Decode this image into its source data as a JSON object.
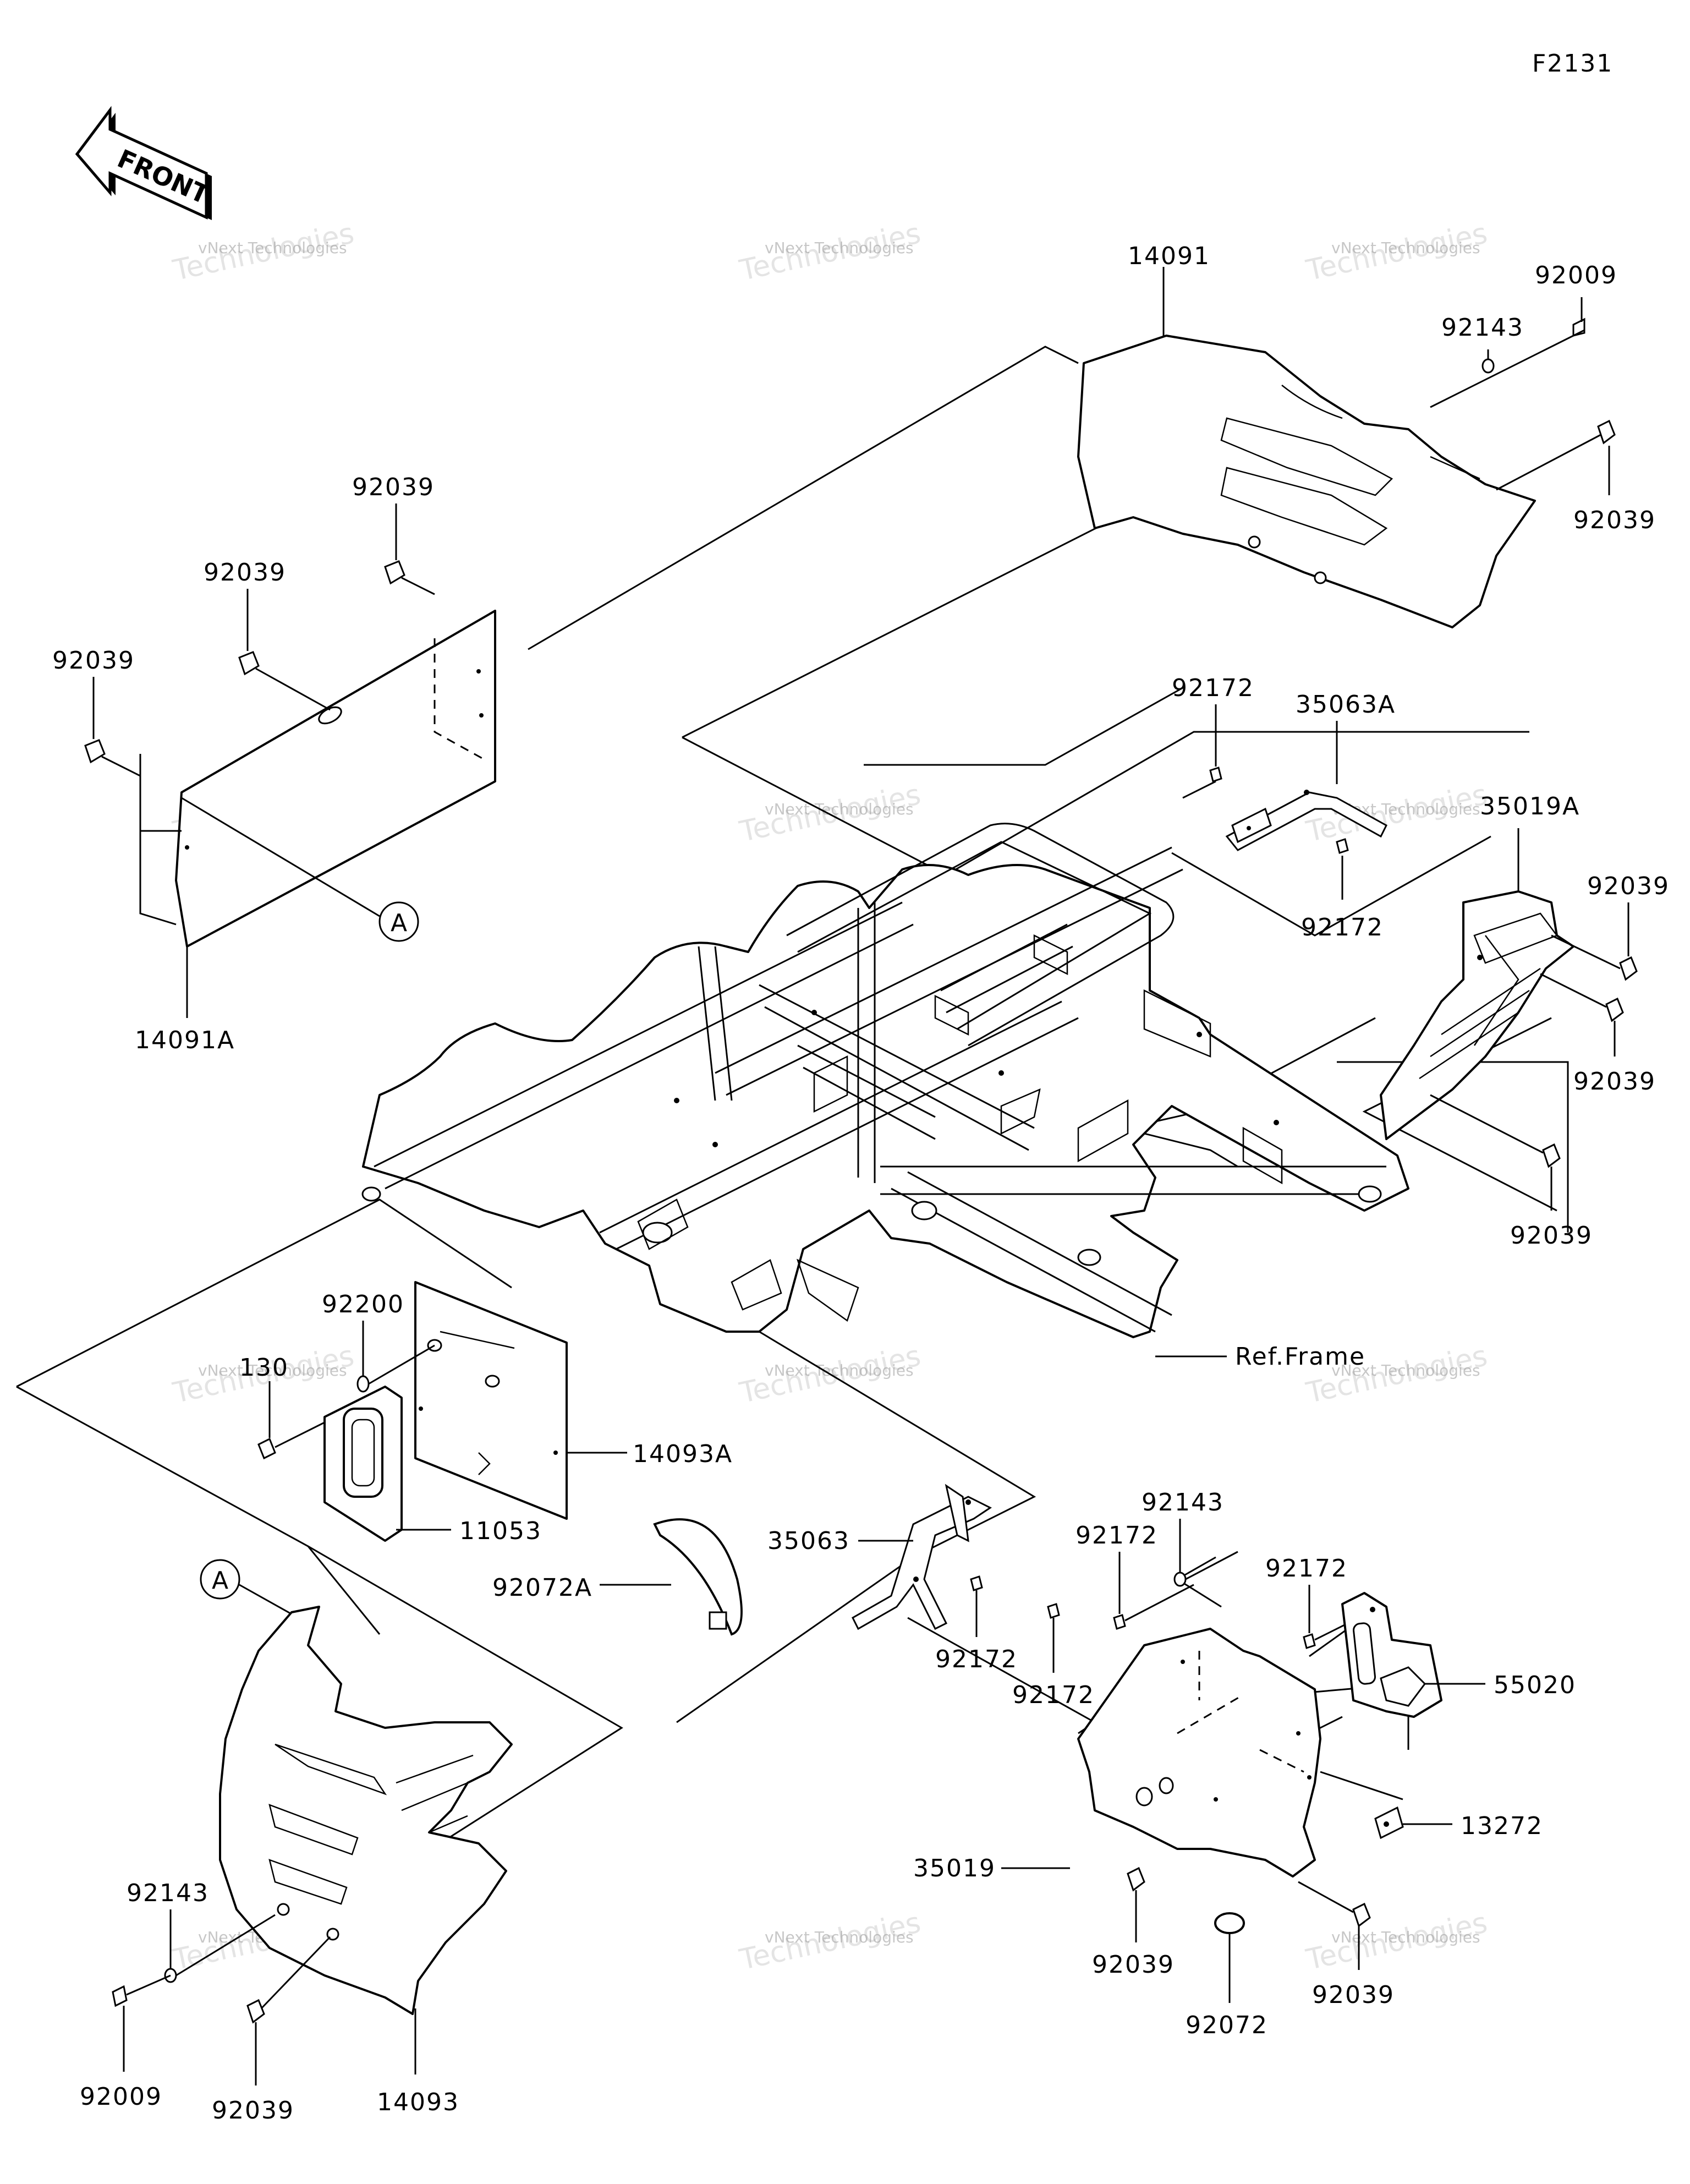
{
  "figure_code": "F2131",
  "front_arrow_label": "FRONT",
  "ref_label": "Ref.Frame",
  "callout_a": "A",
  "watermark": {
    "small": "vNext Technologies",
    "large": "Technologies",
    "tag": "vNext"
  },
  "part_labels": {
    "p14091": "14091",
    "p92009_top": "92009",
    "p92143_top": "92143",
    "p92039_top_right": "92039",
    "p92039_a": "92039",
    "p92039_b": "92039",
    "p92039_c": "92039",
    "p14091A": "14091A",
    "p92172_a": "92172",
    "p35063A": "35063A",
    "p92172_b": "92172",
    "p35019A": "35019A",
    "p92039_d": "92039",
    "p92039_e": "92039",
    "p92039_f": "92039",
    "p92200": "92200",
    "p130": "130",
    "p14093A": "14093A",
    "p11053": "11053",
    "p92072A": "92072A",
    "p35063": "35063",
    "p92172_c": "92172",
    "p92172_d": "92172",
    "p92172_e": "92172",
    "p92143_mid": "92143",
    "p92172_f": "92172",
    "p55020": "55020",
    "p13272": "13272",
    "p35019": "35019",
    "p92039_g": "92039",
    "p92072": "92072",
    "p92039_h": "92039",
    "p92143_bot": "92143",
    "p92009_bot": "92009",
    "p92039_i": "92039",
    "p14093": "14093"
  }
}
